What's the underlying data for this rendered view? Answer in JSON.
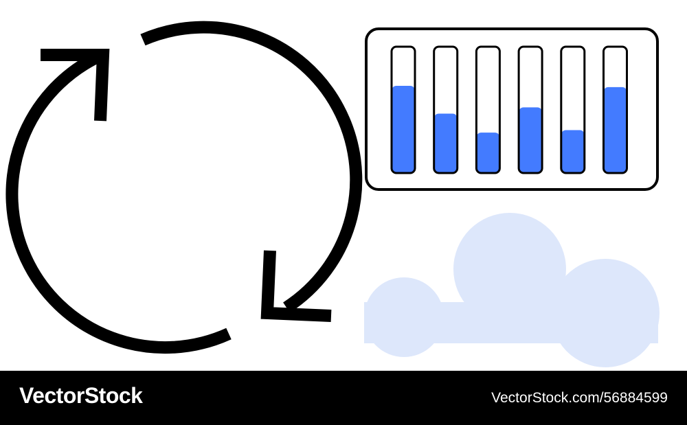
{
  "illustration": {
    "icons": [
      "refresh-cycle-icon",
      "level-meters-icon",
      "cloud-icon"
    ],
    "meter_levels": [
      0.69,
      0.47,
      0.32,
      0.52,
      0.34,
      0.68
    ],
    "colors": {
      "stroke": "#000000",
      "meter_fill": "#437bff",
      "cloud_fill": "#dde7fb",
      "background": "#ffffff"
    }
  },
  "footer": {
    "brand": "VectorStock",
    "stock_id": "VectorStock.com/56884599",
    "background": "#000000",
    "text_color": "#ffffff"
  }
}
